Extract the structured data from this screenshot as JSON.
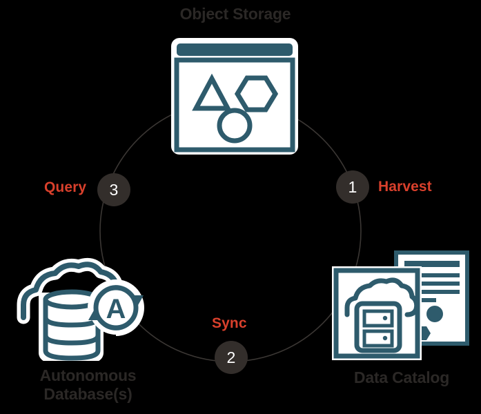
{
  "diagram": {
    "title": "Object Storage / Data Catalog / Autonomous Database cycle",
    "background_color": "#000000",
    "accent_color": "#d9402c",
    "teal_color": "#2e5b6c",
    "badge_color": "#332e2b",
    "title_color": "#2b2826"
  },
  "nodes": [
    {
      "id": "object-storage",
      "label": "Object Storage",
      "icon": "object-storage-icon",
      "position": "top"
    },
    {
      "id": "data-catalog",
      "label": "Data Catalog",
      "icon": "data-catalog-icon",
      "position": "bottom-right"
    },
    {
      "id": "autonomous-database",
      "label_line1": "Autonomous",
      "label_line2": "Database(s)",
      "label": "Autonomous Database(s)",
      "icon": "autonomous-database-icon",
      "position": "bottom-left"
    }
  ],
  "steps": [
    {
      "number": "1",
      "label": "Harvest",
      "from": "object-storage",
      "to": "data-catalog"
    },
    {
      "number": "2",
      "label": "Sync",
      "from": "data-catalog",
      "to": "autonomous-database"
    },
    {
      "number": "3",
      "label": "Query",
      "from": "autonomous-database",
      "to": "object-storage"
    }
  ]
}
